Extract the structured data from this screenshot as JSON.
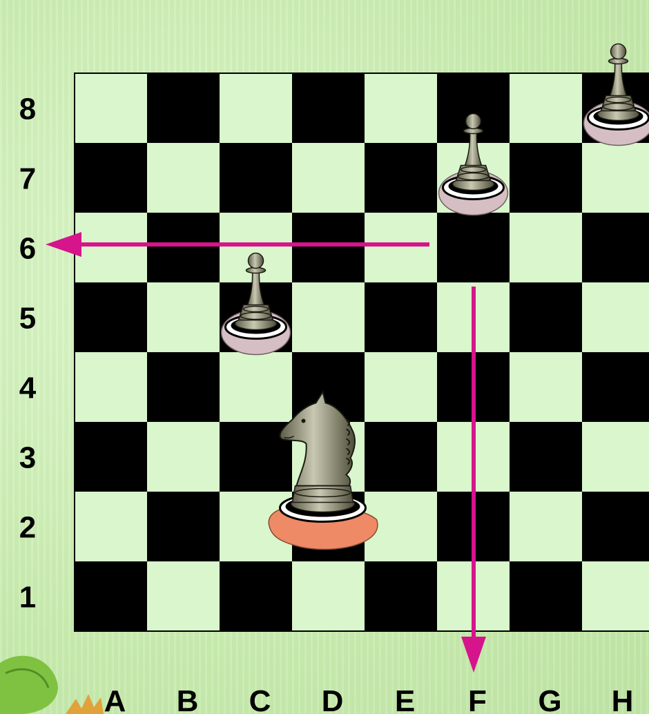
{
  "board": {
    "files": [
      "A",
      "B",
      "C",
      "D",
      "E",
      "F",
      "G",
      "H"
    ],
    "ranks": [
      "8",
      "7",
      "6",
      "5",
      "4",
      "3",
      "2",
      "1"
    ],
    "colors": {
      "dark": "#000000",
      "light": "#d9f6cc",
      "arrow": "#d6148c",
      "background": "#cdeeb4"
    }
  },
  "pieces": [
    {
      "type": "pawn",
      "square": "H8",
      "base_color": "#d6bfc4"
    },
    {
      "type": "pawn",
      "square": "F7",
      "base_color": "#d6bfc4"
    },
    {
      "type": "pawn",
      "square": "C5",
      "base_color": "#d6bfc4"
    },
    {
      "type": "knight",
      "square": "D2",
      "base_color": "#ee8a66"
    }
  ],
  "arrows": [
    {
      "from": "F6",
      "direction": "left",
      "to": "A6"
    },
    {
      "from": "F5",
      "direction": "down",
      "to": "F1"
    }
  ]
}
